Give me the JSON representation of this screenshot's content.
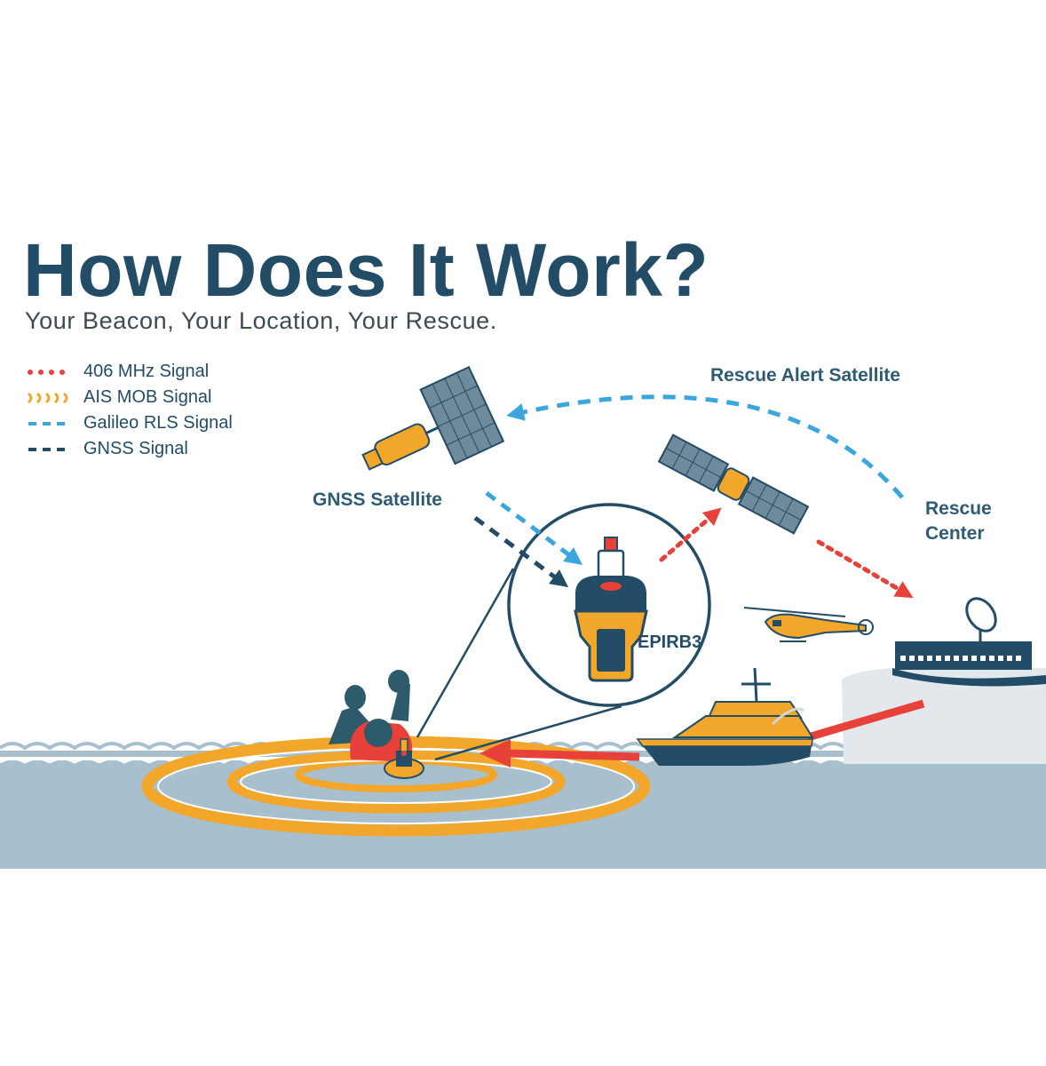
{
  "header": {
    "title": "How Does It Work?",
    "subtitle": "Your Beacon, Your Location, Your Rescue."
  },
  "legend": [
    {
      "label": "406 MHz Signal",
      "icon": "red-dotted-line",
      "color": "#e8413a"
    },
    {
      "label": "AIS MOB Signal",
      "icon": "orange-arc-waves",
      "color": "#f2a72a"
    },
    {
      "label": "Galileo RLS Signal",
      "icon": "light-blue-dashed-line",
      "color": "#3aa6de"
    },
    {
      "label": "GNSS Signal",
      "icon": "dark-blue-dashed-line",
      "color": "#234c66"
    }
  ],
  "labels": {
    "rescue_alert_satellite": "Rescue Alert Satellite",
    "gnss_satellite": "GNSS Satellite",
    "rescue_center_line1": "Rescue",
    "rescue_center_line2": "Center",
    "beacon_model": "EPIRB3"
  },
  "colors": {
    "navy": "#234c66",
    "orange": "#f2a72a",
    "red": "#e8413a",
    "light_blue": "#3aa6de",
    "sea": "#a8bfcd"
  }
}
